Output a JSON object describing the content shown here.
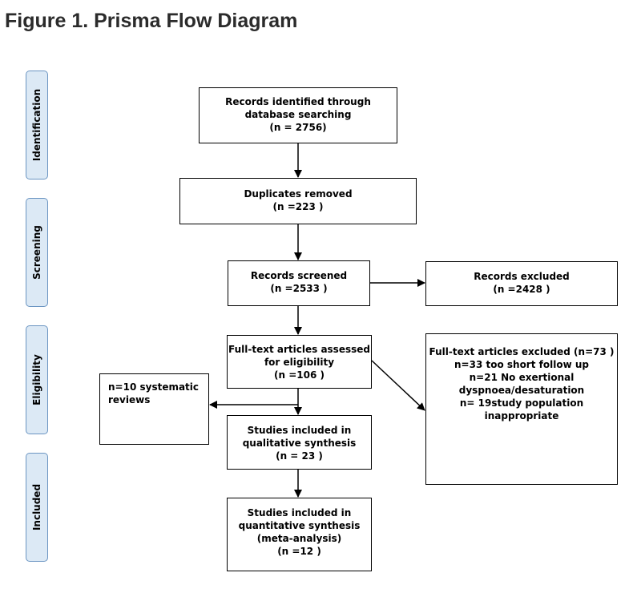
{
  "title": "Figure 1. Prisma Flow Diagram",
  "phases": {
    "identification": "Identification",
    "screening": "Screening",
    "eligibility": "Eligibility",
    "included": "Included"
  },
  "boxes": {
    "identified": [
      "Records identified through",
      "database searching",
      "(n = 2756)"
    ],
    "duplicates": [
      "Duplicates removed",
      "(n =223 )"
    ],
    "screened": [
      "Records screened",
      "(n =2533 )"
    ],
    "excluded": [
      "Records excluded",
      "(n =2428 )"
    ],
    "fulltext": [
      "Full-text articles assessed",
      "for eligibility",
      "(n =106 )"
    ],
    "fulltext_excluded": [
      "Full-text articles excluded (n=73 )",
      "n=33 too short follow up",
      "n=21 No exertional",
      "dyspnoea/desaturation",
      "n= 19study population",
      "inappropriate"
    ],
    "systematic": [
      "n=10 systematic",
      "reviews"
    ],
    "qualitative": [
      "Studies included in",
      "qualitative synthesis",
      "(n = 23 )"
    ],
    "quantitative": [
      "Studies included in",
      "quantitative synthesis",
      "(meta-analysis)",
      "(n =12 )"
    ]
  }
}
